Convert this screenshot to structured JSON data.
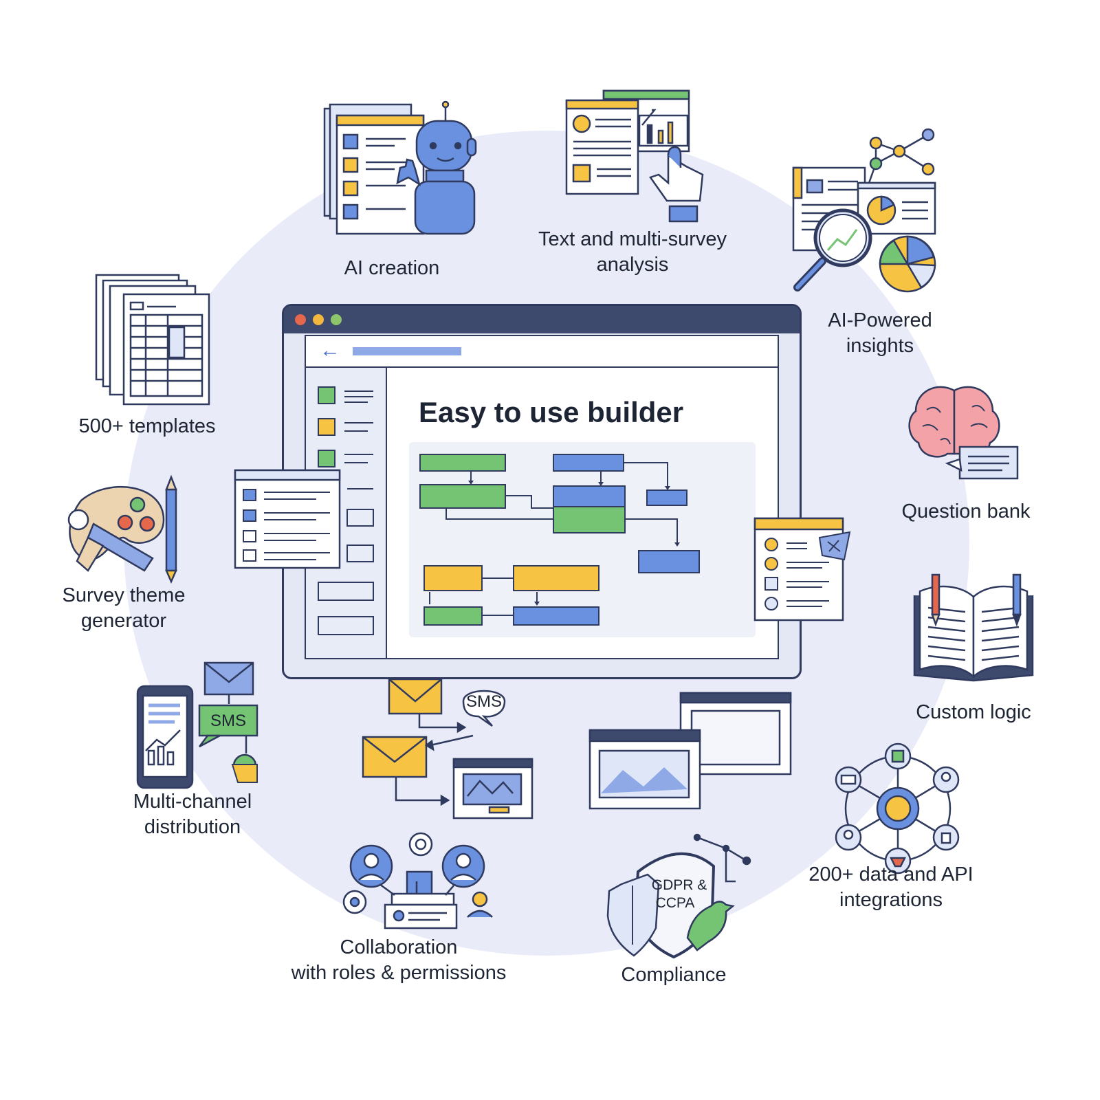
{
  "builder": {
    "title": "Easy to use builder"
  },
  "features": {
    "ai_creation": "AI creation",
    "text_analysis_line1": "Text and multi-survey",
    "text_analysis_line2": "analysis",
    "ai_insights_line1": "AI-Powered",
    "ai_insights_line2": "insights",
    "templates": "500+ templates",
    "question_bank": "Question bank",
    "theme_line1": "Survey theme",
    "theme_line2": "generator",
    "custom_logic": "Custom logic",
    "distribution_line1": "Multi-channel",
    "distribution_line2": "distribution",
    "integrations_line1": "200+ data and API",
    "integrations_line2": "integrations",
    "collab_line1": "Collaboration",
    "collab_line2": "with roles & permissions",
    "compliance": "Compliance"
  },
  "badges": {
    "sms_box": "SMS",
    "sms_bubble": "SMS",
    "gdpr_line1": "GDPR &",
    "gdpr_line2": "CCPA"
  },
  "colors": {
    "navy": "#2f3a5e",
    "blue": "#6a90e0",
    "green": "#74c474",
    "yellow": "#f6c343",
    "background": "#e9ecf8"
  }
}
